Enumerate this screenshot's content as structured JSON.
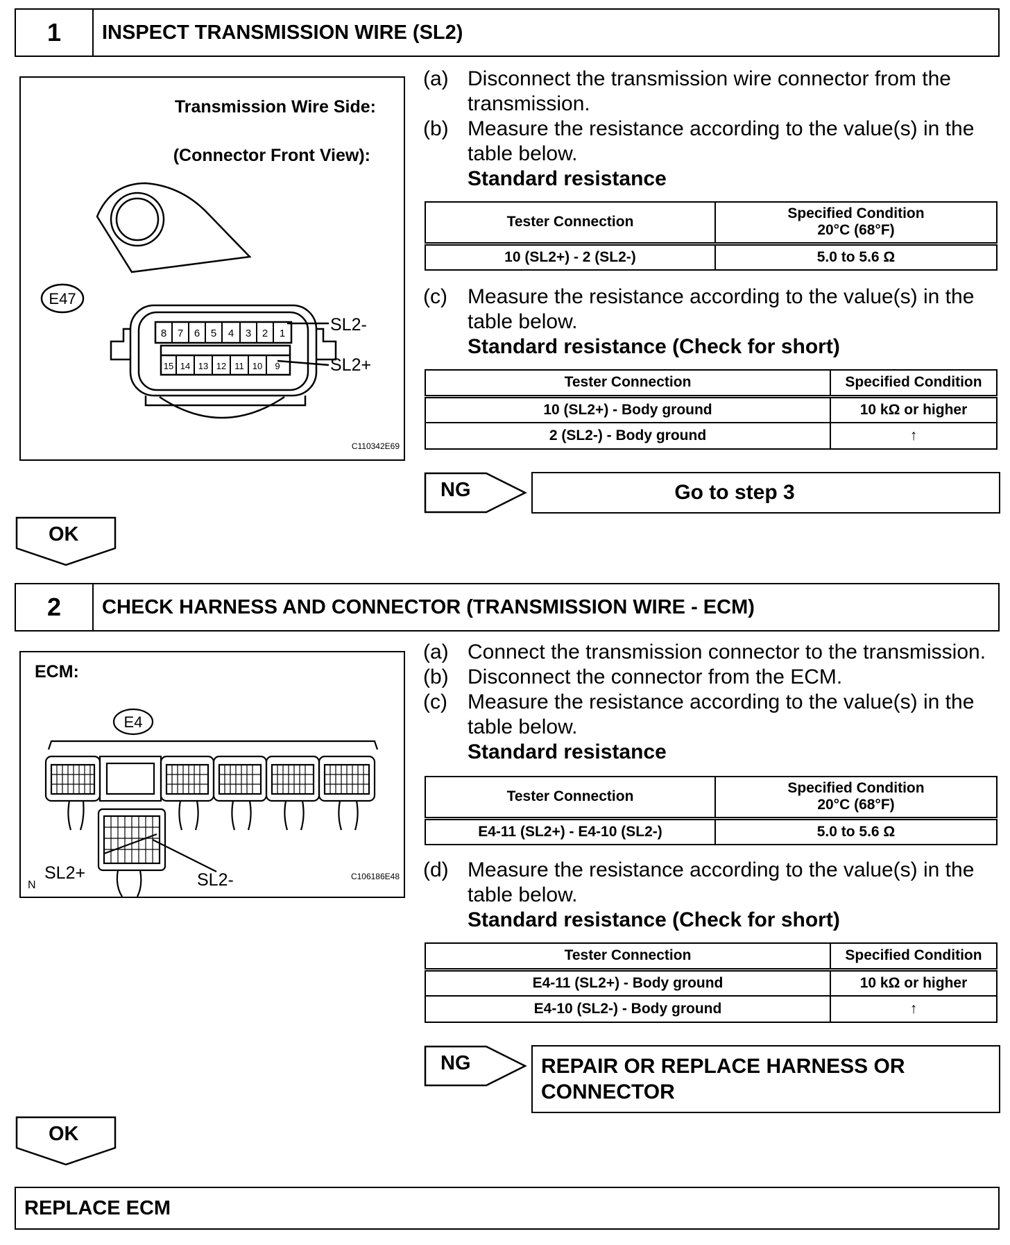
{
  "step1": {
    "number": "1",
    "title": "INSPECT TRANSMISSION WIRE (SL2)",
    "figure": {
      "label_side": "Transmission Wire Side:",
      "label_view": "(Connector Front View):",
      "connector_id": "E47",
      "pins_top": [
        "8",
        "7",
        "6",
        "5",
        "4",
        "3",
        "2",
        "1"
      ],
      "pins_bottom": [
        "15",
        "14",
        "13",
        "12",
        "11",
        "10",
        "9"
      ],
      "callout_minus": "SL2-",
      "callout_plus": "SL2+",
      "code": "C110342E69"
    },
    "instructions": [
      {
        "letter": "(a)",
        "text": "Disconnect the transmission wire connector from the transmission."
      },
      {
        "letter": "(b)",
        "text": "Measure the resistance according to the value(s) in the table below."
      }
    ],
    "std_label_1": "Standard resistance",
    "table1": {
      "col1": "Tester Connection",
      "col2_line1": "Specified Condition",
      "col2_line2": "20°C (68°F)",
      "rows": [
        [
          "10 (SL2+) - 2 (SL2-)",
          "5.0 to 5.6 Ω"
        ]
      ]
    },
    "instruction_c": {
      "letter": "(c)",
      "text": "Measure the resistance according to the value(s) in the table below."
    },
    "std_label_2": "Standard resistance (Check for short)",
    "table2": {
      "col1": "Tester Connection",
      "col2": "Specified Condition",
      "rows": [
        [
          "10 (SL2+) - Body ground",
          "10 kΩ or higher"
        ],
        [
          "2 (SL2-) - Body ground",
          "↑"
        ]
      ]
    },
    "ng_label": "NG",
    "ng_result": "Go to step 3",
    "ok_label": "OK"
  },
  "step2": {
    "number": "2",
    "title": "CHECK HARNESS AND CONNECTOR (TRANSMISSION WIRE - ECM)",
    "figure": {
      "label": "ECM:",
      "connector_id": "E4",
      "callout_plus": "SL2+",
      "callout_minus": "SL2-",
      "corner_mark": "N",
      "code": "C106186E48"
    },
    "instructions": [
      {
        "letter": "(a)",
        "text": "Connect the transmission connector to the transmission."
      },
      {
        "letter": "(b)",
        "text": "Disconnect the connector from the ECM."
      },
      {
        "letter": "(c)",
        "text": "Measure the resistance according to the value(s) in the table below."
      }
    ],
    "std_label_1": "Standard resistance",
    "table1": {
      "col1": "Tester Connection",
      "col2_line1": "Specified Condition",
      "col2_line2": "20°C (68°F)",
      "rows": [
        [
          "E4-11 (SL2+) - E4-10 (SL2-)",
          "5.0 to 5.6 Ω"
        ]
      ]
    },
    "instruction_d": {
      "letter": "(d)",
      "text": "Measure the resistance according to the value(s) in the table below."
    },
    "std_label_2": "Standard resistance (Check for short)",
    "table2": {
      "col1": "Tester Connection",
      "col2": "Specified Condition",
      "rows": [
        [
          "E4-11 (SL2+) - Body ground",
          "10 kΩ or higher"
        ],
        [
          "E4-10 (SL2-) - Body ground",
          "↑"
        ]
      ]
    },
    "ng_label": "NG",
    "ng_result_line1": "REPAIR OR REPLACE HARNESS OR",
    "ng_result_line2": "CONNECTOR",
    "ok_label": "OK"
  },
  "final": {
    "title": "REPLACE ECM"
  }
}
